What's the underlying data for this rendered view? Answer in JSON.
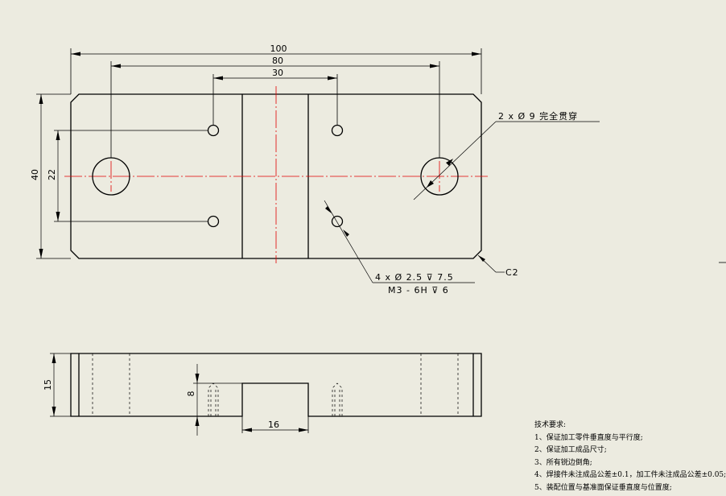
{
  "dimensions": {
    "width_100": "100",
    "width_80": "80",
    "width_30": "30",
    "height_40": "40",
    "height_22": "22",
    "height_15": "15",
    "depth_8": "8",
    "slot_16": "16"
  },
  "callouts": {
    "through_holes": "2 x Ø 9 完全贯穿",
    "tapped_holes_line1": "4 x Ø 2.5 ⊽ 7.5",
    "tapped_holes_line2": "M3 - 6H ⊽ 6",
    "chamfer": "C2"
  },
  "technical_requirements": {
    "title": "技术要求:",
    "items": [
      "1、保证加工零件垂直度与平行度;",
      "2、保证加工成品尺寸;",
      "3、所有锐边倒角;",
      "4、焊接件未注成品公差±0.1，加工件未注成品公差±0.05;",
      "5、装配位置与基准面保证垂直度与位置度;"
    ]
  },
  "colors": {
    "background": "#ecebe0",
    "line": "#000000",
    "centerline": "#e00000"
  }
}
